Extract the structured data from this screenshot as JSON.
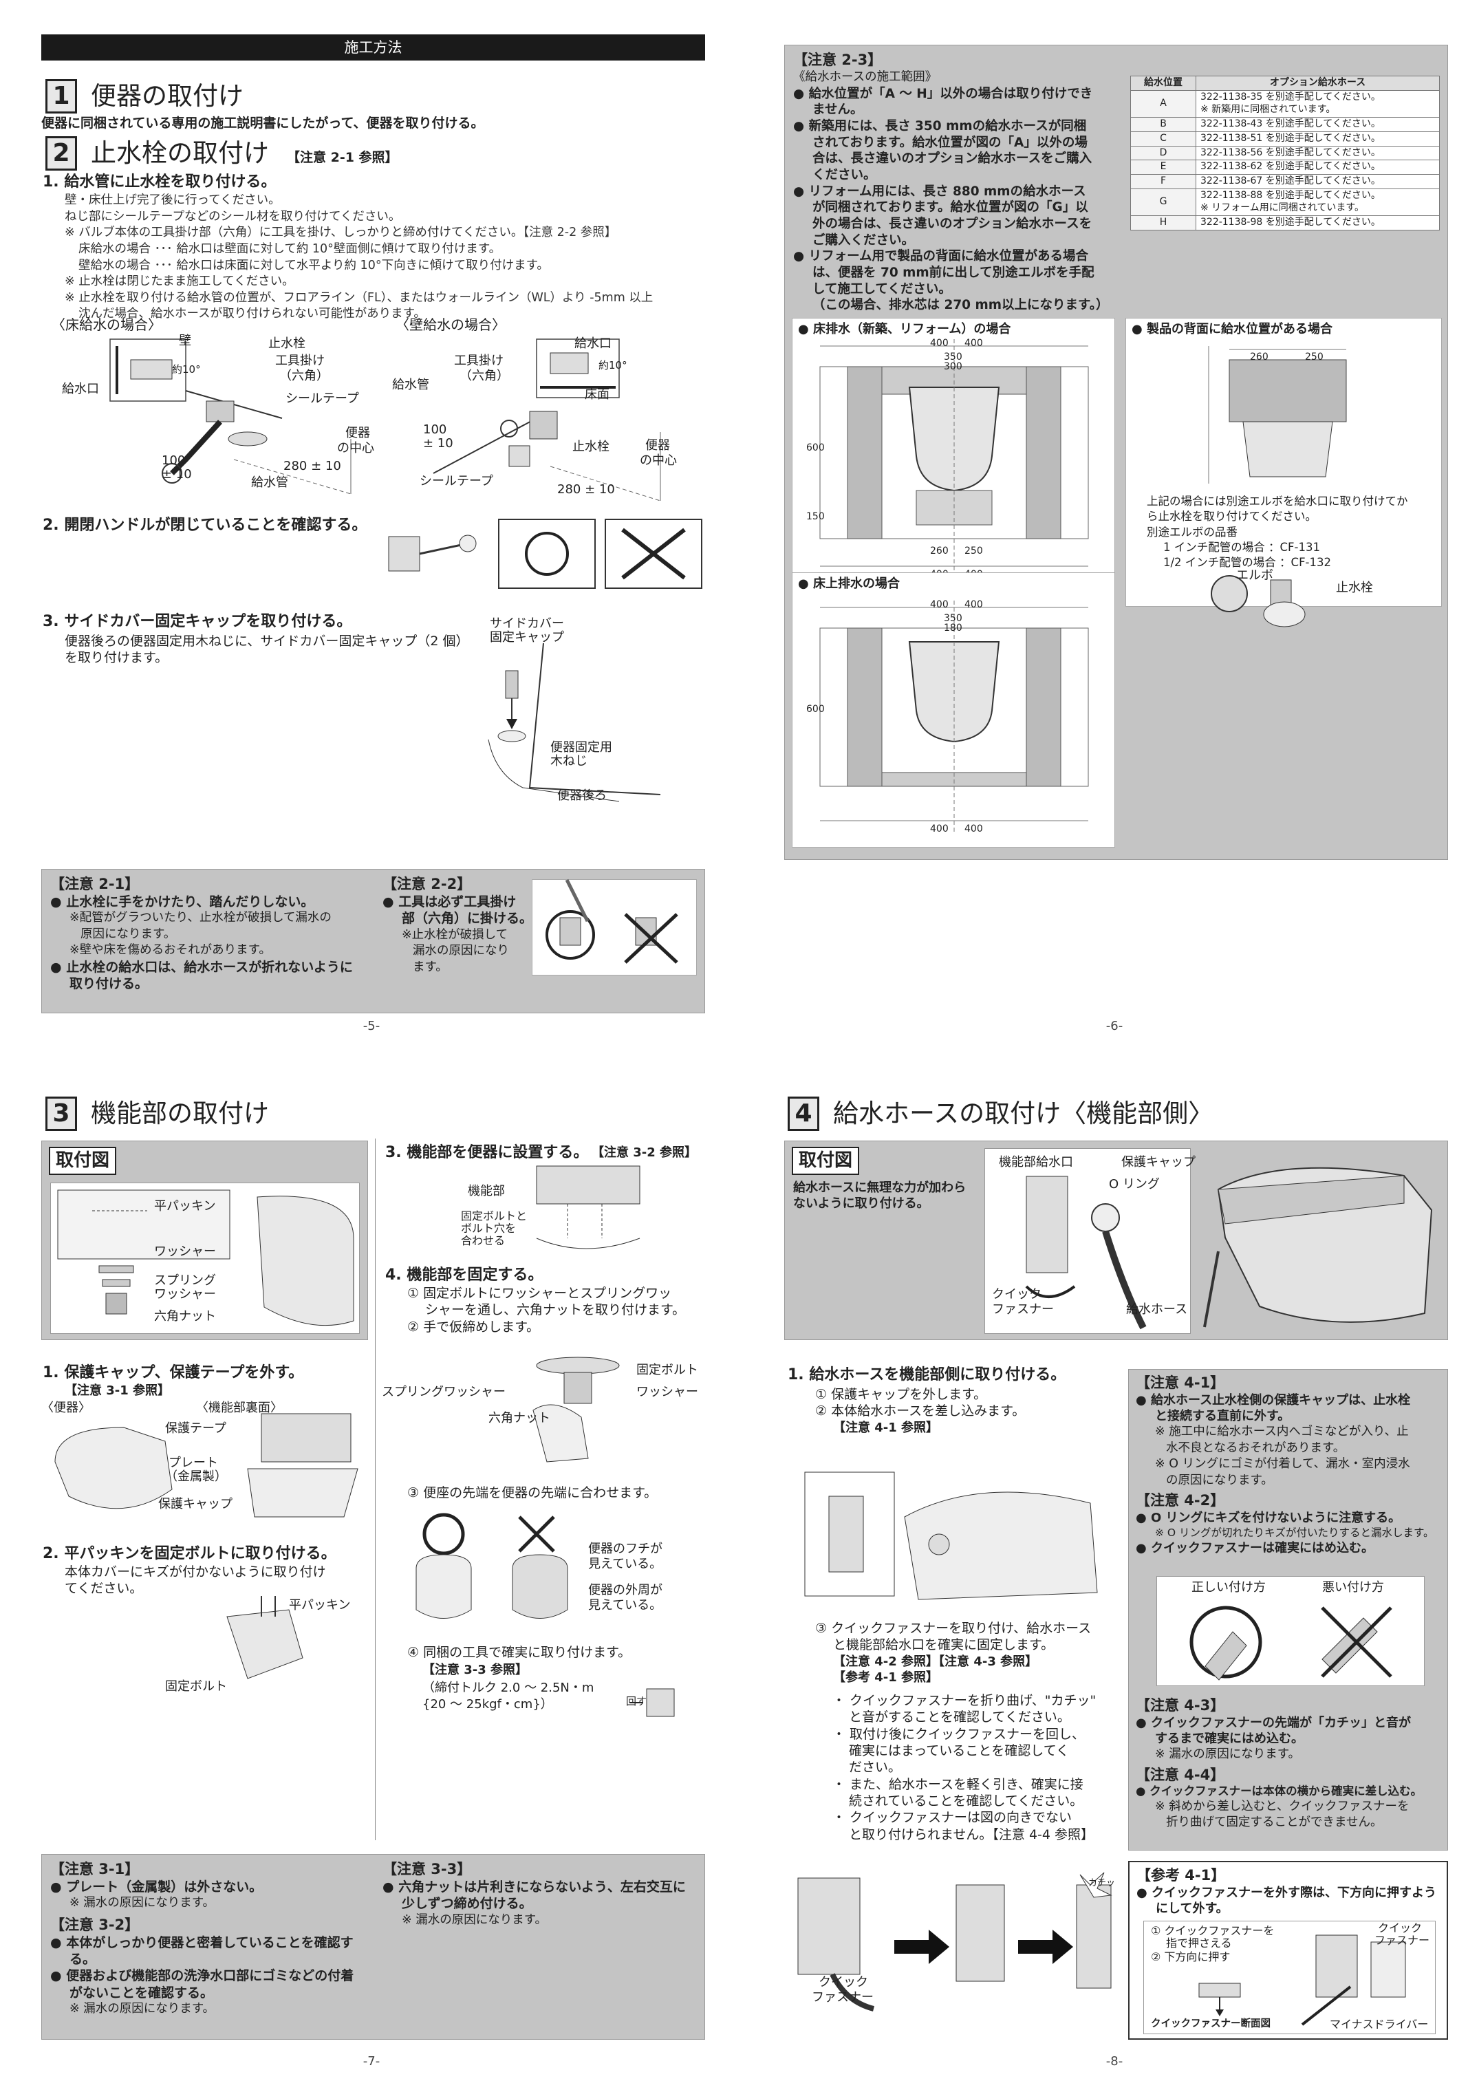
{
  "p5": {
    "header": "施工方法",
    "s1": {
      "num": "1",
      "title": "便器の取付け",
      "desc": "便器に同梱されている専用の施工説明書にしたがって、便器を取り付ける。"
    },
    "s2": {
      "num": "2",
      "title": "止水栓の取付け",
      "note": "【注意 2-1 参照】",
      "step1": "1. 給水管に止水栓を取り付ける。",
      "step1_lines": [
        "壁・床仕上げ完了後に行ってください。",
        "ねじ部にシールテープなどのシール材を取り付けてください。",
        "※ バルブ本体の工具掛け部（六角）に工具を掛け、しっかりと締め付けてください。【注意 2-2 参照】",
        "床給水の場合 ･･･ 給水口は壁面に対して約 10°壁面側に傾けて取り付けます。",
        "壁給水の場合 ･･･ 給水口は床面に対して水平より約 10°下向きに傾けて取り付けます。",
        "※ 止水栓は閉じたまま施工してください。",
        "※ 止水栓を取り付ける給水管の位置が、フロアライン（FL）、またはウォールライン（WL）より -5mm 以上",
        "沈んだ場合、給水ホースが取り付けられない可能性があります。"
      ],
      "floor_title": "〈床給水の場合〉",
      "wall_title": "〈壁給水の場合〉",
      "floor_labels": {
        "valve": "止水栓",
        "tool": "工具掛け",
        "hex": "（六角）",
        "inlet": "給水口",
        "deg": "約10°",
        "wall": "壁",
        "tape": "シールテープ",
        "center": "便器",
        "center2": "の中心",
        "d100": "100",
        "d100b": "± 10",
        "d280": "280 ± 10",
        "pipe": "給水管"
      },
      "wall_labels": {
        "inlet": "給水口",
        "deg": "約10°",
        "floor": "床面",
        "tool": "工具掛け",
        "hex": "（六角）",
        "pipe": "給水管",
        "valve": "止水栓",
        "center": "便器",
        "center2": "の中心",
        "d100": "100",
        "d100b": "± 10",
        "tape": "シールテープ",
        "d280": "280 ± 10"
      },
      "step2": "2. 開閉ハンドルが閉じていることを確認する。",
      "step3": "3. サイドカバー固定キャップを取り付ける。",
      "step3_desc": [
        "便器後ろの便器固定用木ねじに、サイドカバー固定キャップ（2 個）",
        "を取り付けます。"
      ],
      "step3_labels": {
        "cap1": "サイドカバー",
        "cap2": "固定キャップ",
        "screw1": "便器固定用",
        "screw2": "木ねじ",
        "rear": "便器後ろ"
      }
    },
    "notes": {
      "n21_title": "【注意 2-1】",
      "n21_lines": [
        {
          "b": true,
          "t": "● 止水栓に手をかけたり、踏んだりしない。"
        },
        {
          "b": false,
          "t": "※配管がグラついたり、止水栓が破損して漏水の"
        },
        {
          "b": false,
          "t": "原因になります。"
        },
        {
          "b": false,
          "t": "※壁や床を傷めるおそれがあります。"
        },
        {
          "b": true,
          "t": "● 止水栓の給水口は、給水ホースが折れないように"
        },
        {
          "b": true,
          "t": "取り付ける。"
        }
      ],
      "n22_title": "【注意 2-2】",
      "n22_lines": [
        {
          "b": true,
          "t": "● 工具は必ず工具掛け"
        },
        {
          "b": true,
          "t": "部（六角）に掛ける。"
        },
        {
          "b": false,
          "t": "※止水栓が破損して"
        },
        {
          "b": false,
          "t": "漏水の原因になり"
        },
        {
          "b": false,
          "t": "ます。"
        }
      ]
    },
    "page": "-5-"
  },
  "p6": {
    "n23_title": "【注意 2-3】",
    "n23_sub": "《給水ホースの施工範囲》",
    "n23_lines": [
      "● 給水位置が「A ～ H」以外の場合は取り付けでき",
      "ません。",
      "● 新築用には、長さ 350 mmの給水ホースが同梱",
      "されております。給水位置が図の「A」以外の場",
      "合は、長さ違いのオプション給水ホースをご購入",
      "ください。",
      "● リフォーム用には、長さ 880 mmの給水ホース",
      "が同梱されております。給水位置が図の「G」以",
      "外の場合は、長さ違いのオプション給水ホースを",
      "ご購入ください。",
      "● リフォーム用で製品の背面に給水位置がある場合",
      "は、便器を 70 mm前に出して別途エルボを手配",
      "して施工してください。",
      "（この場合、排水芯は 270 mm以上になります。）"
    ],
    "table": {
      "headers": [
        "給水位置",
        "オプション給水ホース"
      ],
      "rows": [
        [
          "A",
          "322-1138-35 を別途手配してください。\n※ 新築用に同梱されています。"
        ],
        [
          "B",
          "322-1138-43 を別途手配してください。"
        ],
        [
          "C",
          "322-1138-51 を別途手配してください。"
        ],
        [
          "D",
          "322-1138-56 を別途手配してください。"
        ],
        [
          "E",
          "322-1138-62 を別途手配してください。"
        ],
        [
          "F",
          "322-1138-67 を別途手配してください。"
        ],
        [
          "G",
          "322-1138-88 を別途手配してください。\n※ リフォーム用に同梱されています。"
        ],
        [
          "H",
          "322-1138-98 を別途手配してください。"
        ]
      ]
    },
    "fig_floor": "● 床排水（新築、リフォーム）の場合",
    "fig_upper": "● 床上排水の場合",
    "fig_back": "● 製品の背面に給水位置がある場合",
    "back_lines": [
      "上記の場合には別途エルボを給水口に取り付けてか",
      "ら止水栓を取り付けてください。",
      "別途エルボの品番",
      "1 インチ配管の場合 ：CF-131",
      "1/2 インチ配管の場合 ：CF-132"
    ],
    "back_labels": {
      "elbow": "エルボ",
      "valve": "止水栓"
    },
    "dims": {
      "d400": "400",
      "d350": "350",
      "d300": "300",
      "d250": "250",
      "d260": "260",
      "d150": "150",
      "d180": "180",
      "d600": "600"
    },
    "page": "-6-"
  },
  "p7": {
    "s3": {
      "num": "3",
      "title": "機能部の取付け"
    },
    "fig_title": "取付図",
    "fig_labels": {
      "flat": "平パッキン",
      "washer": "ワッシャー",
      "spring1": "スプリング",
      "spring2": "ワッシャー",
      "nut": "六角ナット"
    },
    "step1": "1. 保護キャップ、保護テープを外す。",
    "step1_note": "【注意 3-1 参照】",
    "step1_labels": {
      "bowl": "〈便器〉",
      "back": "〈機能部裏面〉",
      "tape": "保護テープ",
      "plate1": "プレート",
      "plate2": "（金属製）",
      "cap": "保護キャップ"
    },
    "step2": "2. 平パッキンを固定ボルトに取り付ける。",
    "step2_lines": [
      "本体カバーにキズが付かないように取り付け",
      "てください。"
    ],
    "step2_labels": {
      "flat": "平パッキン",
      "bolt": "固定ボルト"
    },
    "step3": "3. 機能部を便器に設置する。",
    "step3_note": "【注意 3-2 参照】",
    "step3_labels": {
      "unit": "機能部",
      "align1": "固定ボルトと",
      "align2": "ボルト穴を",
      "align3": "合わせる"
    },
    "step4": "4. 機能部を固定する。",
    "step4_lines": [
      "① 固定ボルトにワッシャーとスプリングワッ",
      "シャーを通し、六角ナットを取り付けます。",
      "② 手で仮締めします。"
    ],
    "step4_labels": {
      "bolt": "固定ボルト",
      "washer": "ワッシャー",
      "spring": "スプリングワッシャー",
      "nut": "六角ナット"
    },
    "step4_3": "③ 便座の先端を便器の先端に合わせます。",
    "ok_ng_labels": {
      "edge1": "便器のフチが",
      "edge2": "見えている。",
      "outer1": "便器の外周が",
      "outer2": "見えている。"
    },
    "step4_4": "④ 同梱の工具で確実に取り付けます。",
    "step4_4_note": "【注意 3-3 参照】",
    "torque1": "（締付トルク 2.0 ～ 2.5N・m",
    "torque2": "{20 ～ 25kgf・cm}）",
    "turn": "回す",
    "notes": {
      "n31_title": "【注意 3-1】",
      "n31_lines": [
        {
          "b": true,
          "t": "● プレート（金属製）は外さない。"
        },
        {
          "b": false,
          "t": "※ 漏水の原因になります。"
        }
      ],
      "n32_title": "【注意 3-2】",
      "n32_lines": [
        {
          "b": true,
          "t": "● 本体がしっかり便器と密着していることを確認す"
        },
        {
          "b": true,
          "t": "る。"
        },
        {
          "b": true,
          "t": "● 便器および機能部の洗浄水口部にゴミなどの付着"
        },
        {
          "b": true,
          "t": "がないことを確認する。"
        },
        {
          "b": false,
          "t": "※ 漏水の原因になります。"
        }
      ],
      "n33_title": "【注意 3-3】",
      "n33_lines": [
        {
          "b": true,
          "t": "● 六角ナットは片利きにならないよう、左右交互に"
        },
        {
          "b": true,
          "t": "少しずつ締め付ける。"
        },
        {
          "b": false,
          "t": "※ 漏水の原因になります。"
        }
      ]
    },
    "page": "-7-"
  },
  "p8": {
    "s4": {
      "num": "4",
      "title": "給水ホースの取付け〈機能部側〉"
    },
    "fig_title": "取付図",
    "fig_desc": [
      "給水ホースに無理な力が加わら",
      "ないように取り付ける。"
    ],
    "fig_labels": {
      "inlet": "機能部給水口",
      "cap": "保護キャップ",
      "oring": "O リング",
      "quick1": "クイック",
      "quick2": "ファスナー",
      "hose": "給水ホース"
    },
    "step1": "1. 給水ホースを機能部側に取り付ける。",
    "step1_lines": [
      "① 保護キャップを外します。",
      "② 本体給水ホースを差し込みます。",
      "【注意 4-1 参照】"
    ],
    "step1_3": [
      "③ クイックファスナーを取り付け、給水ホース",
      "と機能部給水口を確実に固定します。",
      "【注意 4-2 参照】【注意 4-3 参照】",
      "【参考 4-1 参照】"
    ],
    "bullets": [
      "・ クイックファスナーを折り曲げ、\"カチッ\"",
      "と音がすることを確認してください。",
      "・ 取付け後にクイックファスナーを回し、",
      "確実にはまっていることを確認してく",
      "ださい。",
      "・ また、給水ホースを軽く引き、確実に接",
      "続されていることを確認してください。",
      "・ クイックファスナーは図の向きでない",
      "と取り付けられません。【注意 4-4 参照】"
    ],
    "bottom_labels": {
      "quick1": "クイック",
      "quick2": "ファスナー",
      "click": "カチッ"
    },
    "notes": {
      "n41_title": "【注意 4-1】",
      "n41_lines": [
        {
          "b": true,
          "t": "● 給水ホース止水栓側の保護キャップは、止水栓"
        },
        {
          "b": true,
          "t": "と接続する直前に外す。"
        },
        {
          "b": false,
          "t": "※ 施工中に給水ホース内へゴミなどが入り、止"
        },
        {
          "b": false,
          "t": "水不良となるおそれがあります。"
        },
        {
          "b": false,
          "t": "※ O リングにゴミが付着して、漏水・室内浸水"
        },
        {
          "b": false,
          "t": "の原因になります。"
        }
      ],
      "n42_title": "【注意 4-2】",
      "n42_lines": [
        {
          "b": true,
          "t": "● O リングにキズを付けないように注意する。"
        },
        {
          "b": false,
          "t": "※ O リングが切れたりキズが付いたりすると漏水します。"
        },
        {
          "b": true,
          "t": "● クイックファスナーは確実にはめ込む。"
        }
      ],
      "good": "正しい付け方",
      "bad": "悪い付け方",
      "n43_title": "【注意 4-3】",
      "n43_lines": [
        {
          "b": true,
          "t": "● クイックファスナーの先端が「カチッ」と音が"
        },
        {
          "b": true,
          "t": "するまで確実にはめ込む。"
        },
        {
          "b": false,
          "t": "※ 漏水の原因になります。"
        }
      ],
      "n44_title": "【注意 4-4】",
      "n44_lines": [
        {
          "b": true,
          "t": "● クイックファスナーは本体の横から確実に差し込む。"
        },
        {
          "b": false,
          "t": "※ 斜めから差し込むと、クイックファスナーを"
        },
        {
          "b": false,
          "t": "折り曲げて固定することができません。"
        }
      ],
      "r41_title": "【参考 4-1】",
      "r41_lines": [
        {
          "b": true,
          "t": "● クイックファスナーを外す際は、下方向に押すよう"
        },
        {
          "b": true,
          "t": "にして外す。"
        }
      ],
      "r41_labels": {
        "s1a": "① クイックファスナーを",
        "s1b": "指で押さえる",
        "s2": "② 下方向に押す",
        "quick1": "クイック",
        "quick2": "ファスナー",
        "section": "クイックファスナー断面図",
        "driver": "マイナスドライバー"
      }
    },
    "page": "-8-"
  }
}
